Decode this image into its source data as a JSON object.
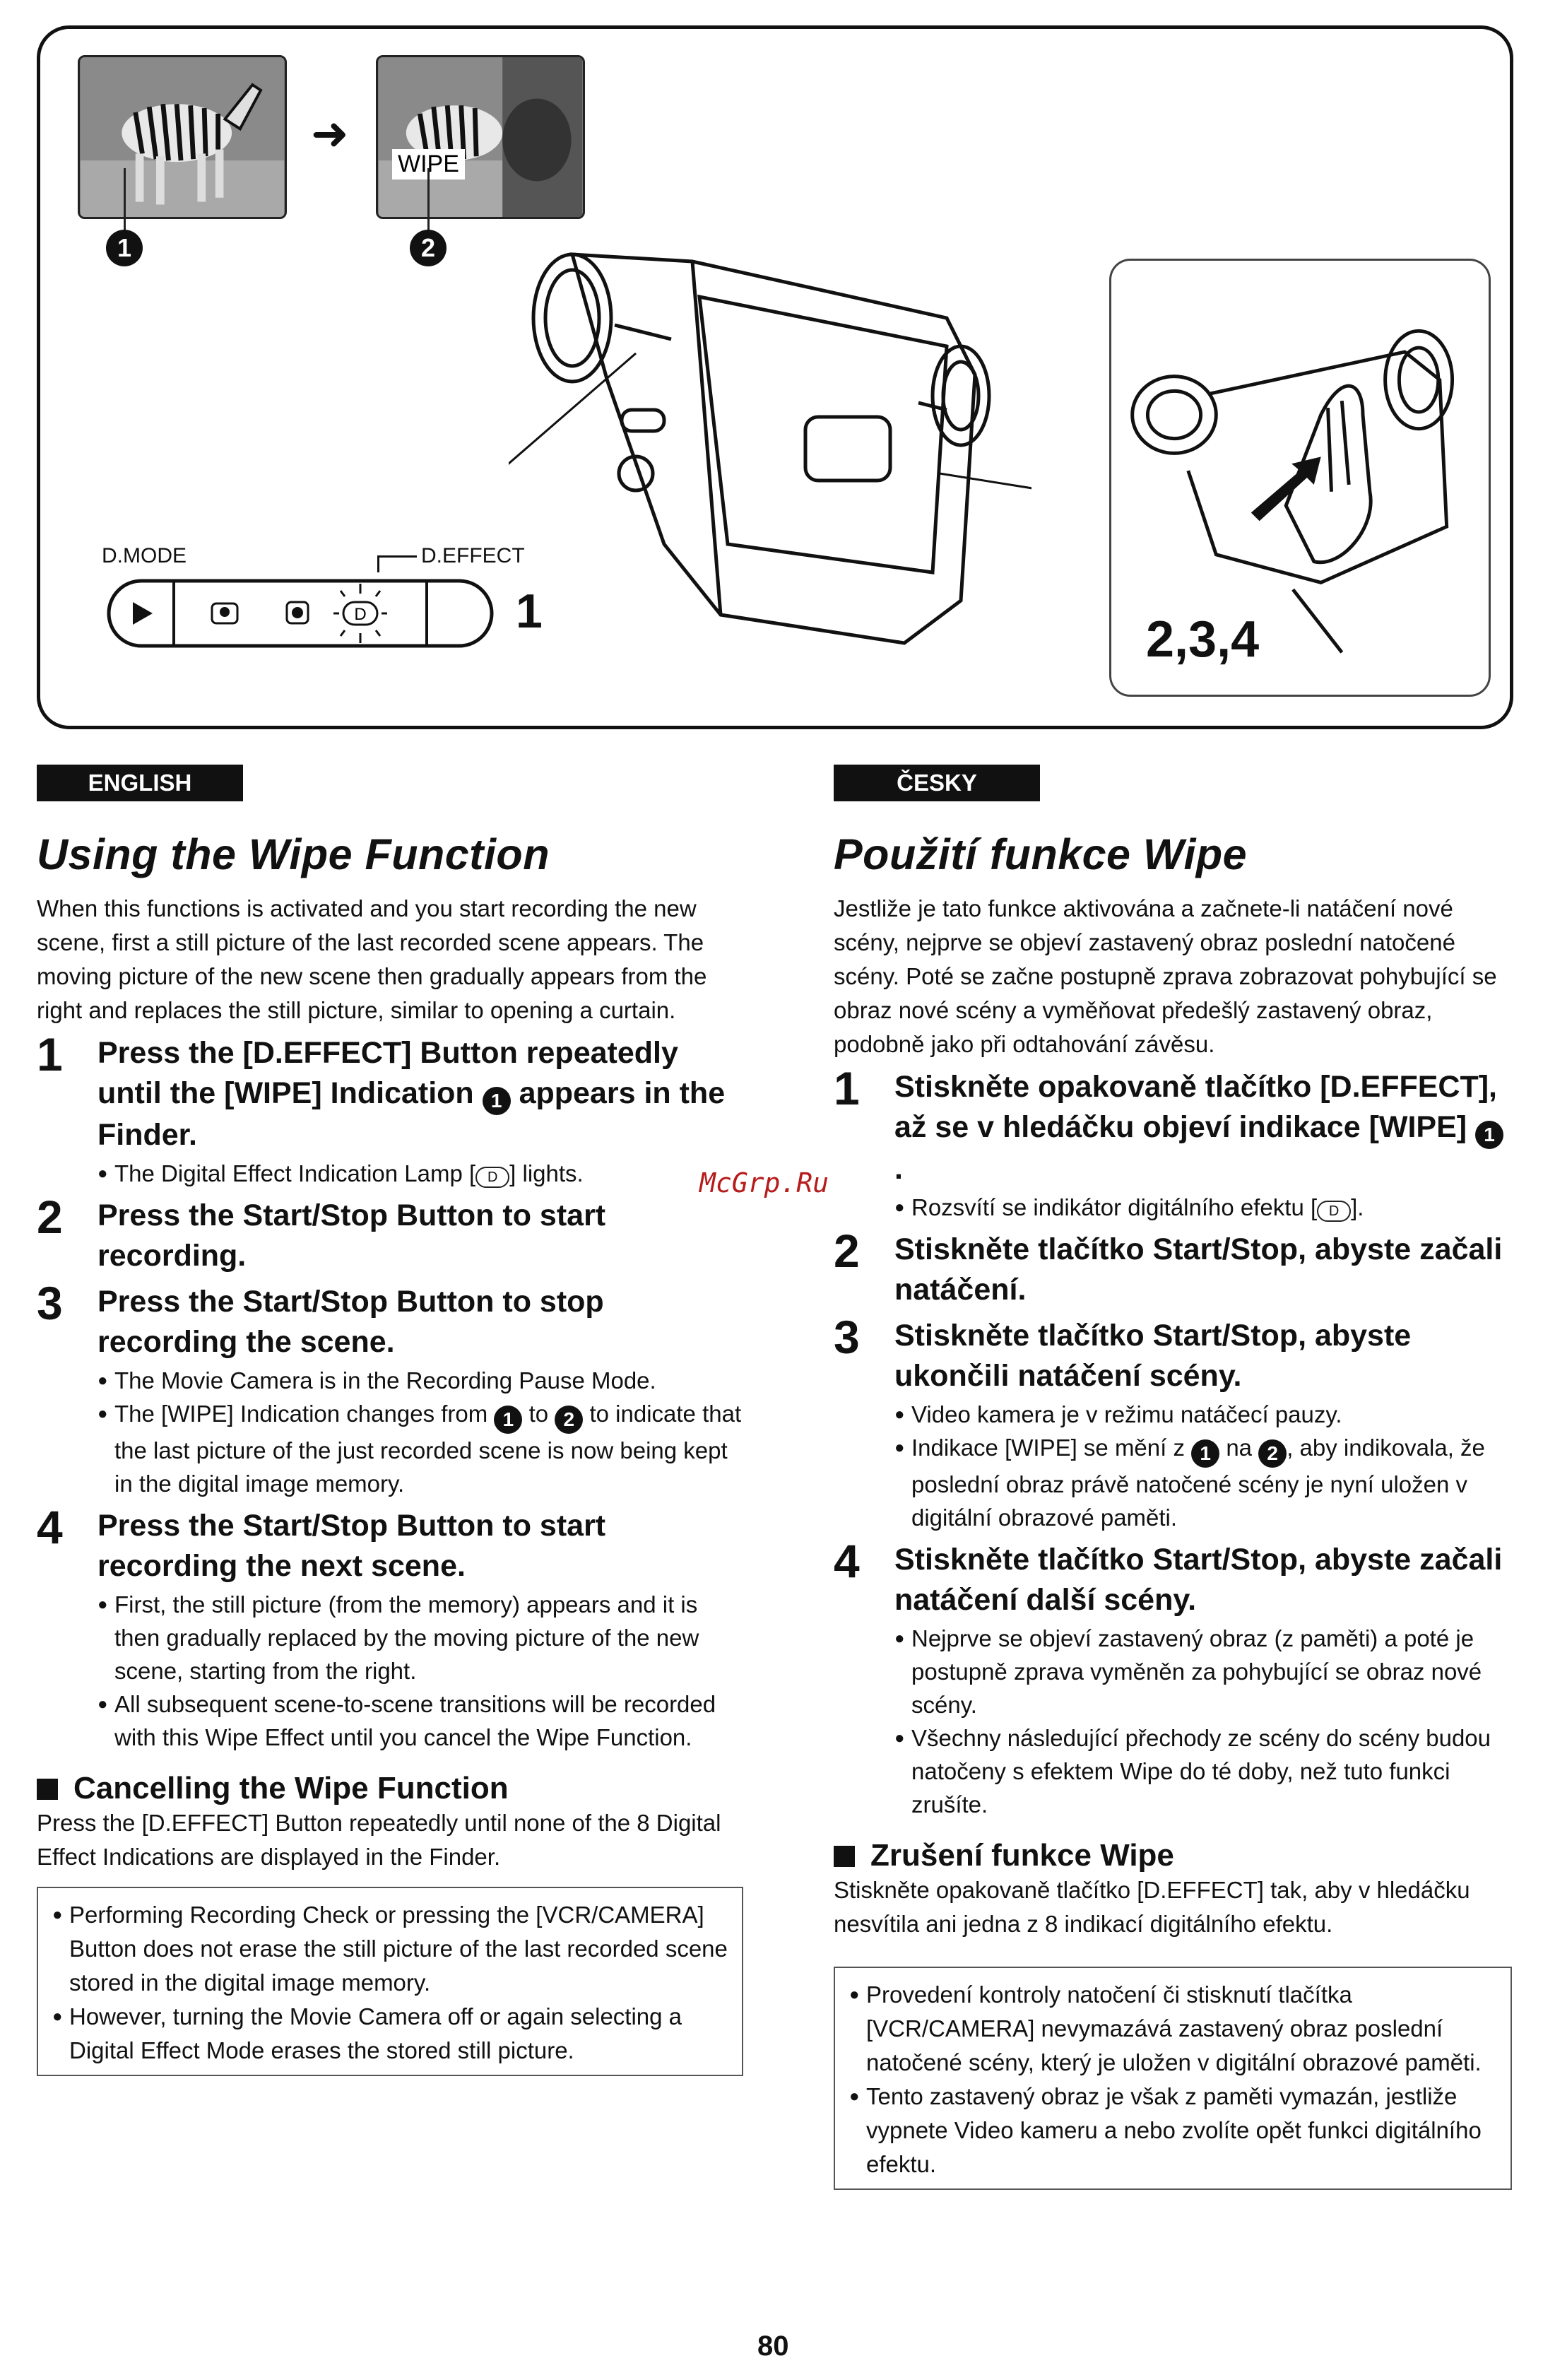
{
  "figure": {
    "wipe_label": "WIPE",
    "callout_1": "1",
    "callout_2": "2",
    "dmode_label": "D.MODE",
    "deffect_label": "D.EFFECT",
    "dial_d": "D",
    "step1_label": "1",
    "steps_label": "2,3,4"
  },
  "english": {
    "lang_tag": "ENGLISH",
    "title": "Using the Wipe Function",
    "intro": "When this functions is activated and you start recording the new scene, first a still picture of the last recorded scene appears. The moving picture of the new scene then gradually appears from the right and replaces the still picture, similar to opening a curtain.",
    "steps": [
      {
        "num": "1",
        "title_a": "Press the [D.EFFECT] Button repeatedly until the [WIPE] Indication",
        "title_circ": "1",
        "title_b": "appears in the Finder.",
        "bullet_a": "The Digital Effect Indication Lamp [",
        "bullet_lamp": "D",
        "bullet_b": "] lights."
      },
      {
        "num": "2",
        "title": "Press the Start/Stop Button to start recording."
      },
      {
        "num": "3",
        "title": "Press the Start/Stop Button to stop recording the scene.",
        "bullet1": "The Movie Camera is in the Recording Pause Mode.",
        "bullet2_a": "The [WIPE] Indication changes from",
        "bullet2_c1": "1",
        "bullet2_mid": "to",
        "bullet2_c2": "2",
        "bullet2_b": "to indicate that the last picture of the just recorded scene is now being kept in the digital image memory."
      },
      {
        "num": "4",
        "title": "Press the Start/Stop Button to start recording the next scene.",
        "bullet1": "First, the still picture (from the memory) appears and it is then gradually replaced by the moving picture of the new scene, starting from the right.",
        "bullet2": "All subsequent scene-to-scene transitions will be recorded with this Wipe Effect until you cancel the Wipe Function."
      }
    ],
    "cancel_heading": "Cancelling the Wipe Function",
    "cancel_text": "Press the [D.EFFECT] Button repeatedly until none of the 8 Digital Effect Indications are displayed in the Finder.",
    "notes": [
      "Performing Recording Check or pressing the [VCR/CAMERA] Button does not erase the still picture of the last recorded scene stored in the digital image memory.",
      "However, turning the Movie Camera off or again selecting a Digital Effect Mode erases the stored still picture."
    ]
  },
  "czech": {
    "lang_tag": "ČESKY",
    "title": "Použití funkce Wipe",
    "intro": "Jestliže je tato funkce aktivována a začnete-li natáčení nové scény, nejprve se objeví zastavený obraz poslední natočené scény. Poté se začne postupně zprava zobrazovat pohybující se obraz nové scény a vyměňovat předešlý zastavený obraz, podobně jako při odtahování závěsu.",
    "steps": [
      {
        "num": "1",
        "title_a": "Stiskněte opakovaně tlačítko [D.EFFECT], až se v hledáčku objeví indikace [WIPE]",
        "title_circ": "1",
        "title_b": ".",
        "bullet_a": "Rozsvítí se indikátor digitálního efektu [",
        "bullet_lamp": "D",
        "bullet_b": "]."
      },
      {
        "num": "2",
        "title": "Stiskněte tlačítko Start/Stop, abyste začali natáčení."
      },
      {
        "num": "3",
        "title": "Stiskněte tlačítko Start/Stop, abyste ukončili natáčení scény.",
        "bullet1": "Video kamera je v režimu natáčecí pauzy.",
        "bullet2_a": "Indikace [WIPE] se mění z",
        "bullet2_c1": "1",
        "bullet2_mid": "na",
        "bullet2_c2": "2",
        "bullet2_b": ", aby indikovala, že poslední obraz právě natočené scény je nyní uložen v digitální obrazové paměti."
      },
      {
        "num": "4",
        "title": "Stiskněte tlačítko Start/Stop, abyste začali natáčení další scény.",
        "bullet1": "Nejprve se objeví zastavený obraz (z paměti) a poté je postupně zprava vyměněn za pohybující se obraz nové scény.",
        "bullet2": "Všechny následující přechody ze scény do scény budou natočeny s efektem Wipe do té doby, než tuto funkci zrušíte."
      }
    ],
    "cancel_heading": "Zrušení funkce Wipe",
    "cancel_text": "Stiskněte opakovaně tlačítko [D.EFFECT] tak, aby v hledáčku nesvítila ani jedna z 8 indikací digitálního efektu.",
    "notes": [
      "Provedení kontroly natočení či stisknutí tlačítka [VCR/CAMERA] nevymazává zastavený obraz poslední natočené scény, který je uložen v digitální obrazové paměti.",
      "Tento zastavený obraz je však z paměti vymazán, jestliže vypnete Video kameru a nebo zvolíte opět funkci digitálního efektu."
    ]
  },
  "watermark": "McGrp.Ru",
  "page_number": "80"
}
